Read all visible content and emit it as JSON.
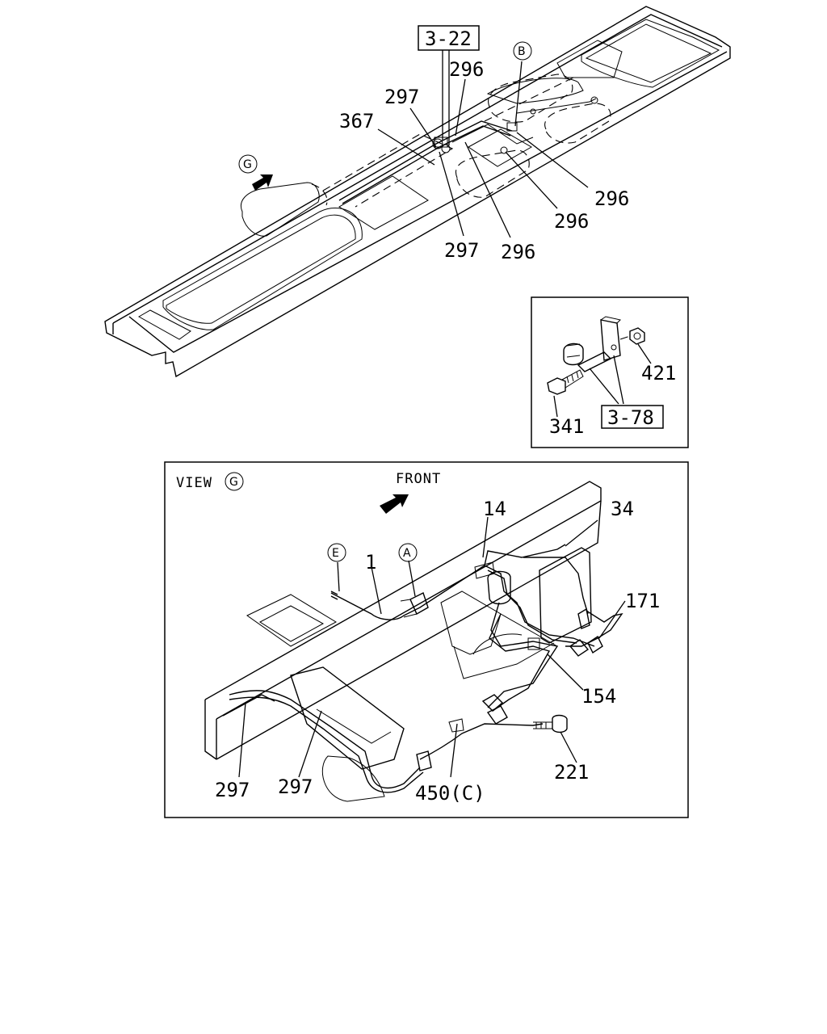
{
  "callouts": {
    "ref_3_22": "3-22",
    "ref_3_78": "3-78",
    "p296_a": "296",
    "p297_a": "297",
    "p367": "367",
    "p296_b": "296",
    "p296_c": "296",
    "p297_b": "297",
    "p296_d": "296",
    "p421": "421",
    "p341": "341",
    "p14": "14",
    "p34": "34",
    "p1": "1",
    "p171": "171",
    "p154": "154",
    "p221": "221",
    "p297_c": "297",
    "p297_d": "297",
    "p450": "450(C)"
  },
  "markers": {
    "b": "B",
    "g": "G",
    "g_view": "G",
    "e": "E",
    "a": "A"
  },
  "view": {
    "label": "VIEW",
    "front": "FRONT"
  }
}
